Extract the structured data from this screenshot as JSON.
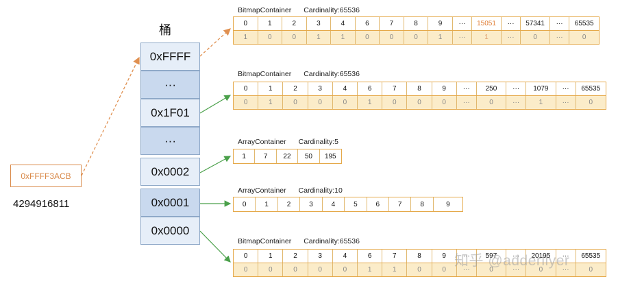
{
  "bucket": {
    "title": "桶",
    "slots": [
      {
        "label": "0xFFFF"
      },
      {
        "label": "···"
      },
      {
        "label": "0x1F01"
      },
      {
        "label": "···"
      },
      {
        "label": "0x0002"
      },
      {
        "label": "0x0001"
      },
      {
        "label": "0x0000"
      }
    ]
  },
  "key": {
    "hex": "0xFFFF3ACB",
    "decimal": "4294916811"
  },
  "containers": [
    {
      "type": "BitmapContainer",
      "cardinality": "Cardinality:65536",
      "indices": [
        "0",
        "1",
        "2",
        "3",
        "4",
        "6",
        "7",
        "8",
        "9",
        "···",
        "15051",
        "···",
        "57341",
        "···",
        "65535"
      ],
      "bits": [
        "1",
        "0",
        "0",
        "1",
        "1",
        "0",
        "0",
        "0",
        "1",
        "···",
        "1",
        "···",
        "0",
        "···",
        "0"
      ]
    },
    {
      "type": "BitmapContainer",
      "cardinality": "Cardinality:65536",
      "indices": [
        "0",
        "1",
        "2",
        "3",
        "4",
        "6",
        "7",
        "8",
        "9",
        "···",
        "250",
        "···",
        "1079",
        "···",
        "65535"
      ],
      "bits": [
        "0",
        "1",
        "0",
        "0",
        "0",
        "1",
        "0",
        "0",
        "0",
        "···",
        "0",
        "···",
        "1",
        "···",
        "0"
      ]
    },
    {
      "type": "ArrayContainer",
      "cardinality": "Cardinality:5",
      "values": [
        "1",
        "7",
        "22",
        "50",
        "195"
      ]
    },
    {
      "type": "ArrayContainer",
      "cardinality": "Cardinality:10",
      "values": [
        "0",
        "1",
        "2",
        "3",
        "4",
        "5",
        "6",
        "7",
        "8",
        "9"
      ]
    },
    {
      "type": "BitmapContainer",
      "cardinality": "Cardinality:65536",
      "indices": [
        "0",
        "1",
        "2",
        "3",
        "4",
        "6",
        "7",
        "8",
        "9",
        "···",
        "597",
        "···",
        "20195",
        "···",
        "65535"
      ],
      "bits": [
        "0",
        "0",
        "0",
        "0",
        "0",
        "1",
        "1",
        "0",
        "0",
        "···",
        "0",
        "···",
        "0",
        "···",
        "0"
      ]
    }
  ],
  "watermark": "知乎 @adderllyer",
  "colors": {
    "bucket_border": "#8fa9c8",
    "bucket_light": "#e6eef8",
    "bucket_dark": "#c9d9ee",
    "cell_border": "#e5a94a",
    "bit_row": "#fbecc9",
    "highlight": "#e07c32",
    "arrow_green": "#4aa04a",
    "arrow_orange": "#e09050"
  }
}
